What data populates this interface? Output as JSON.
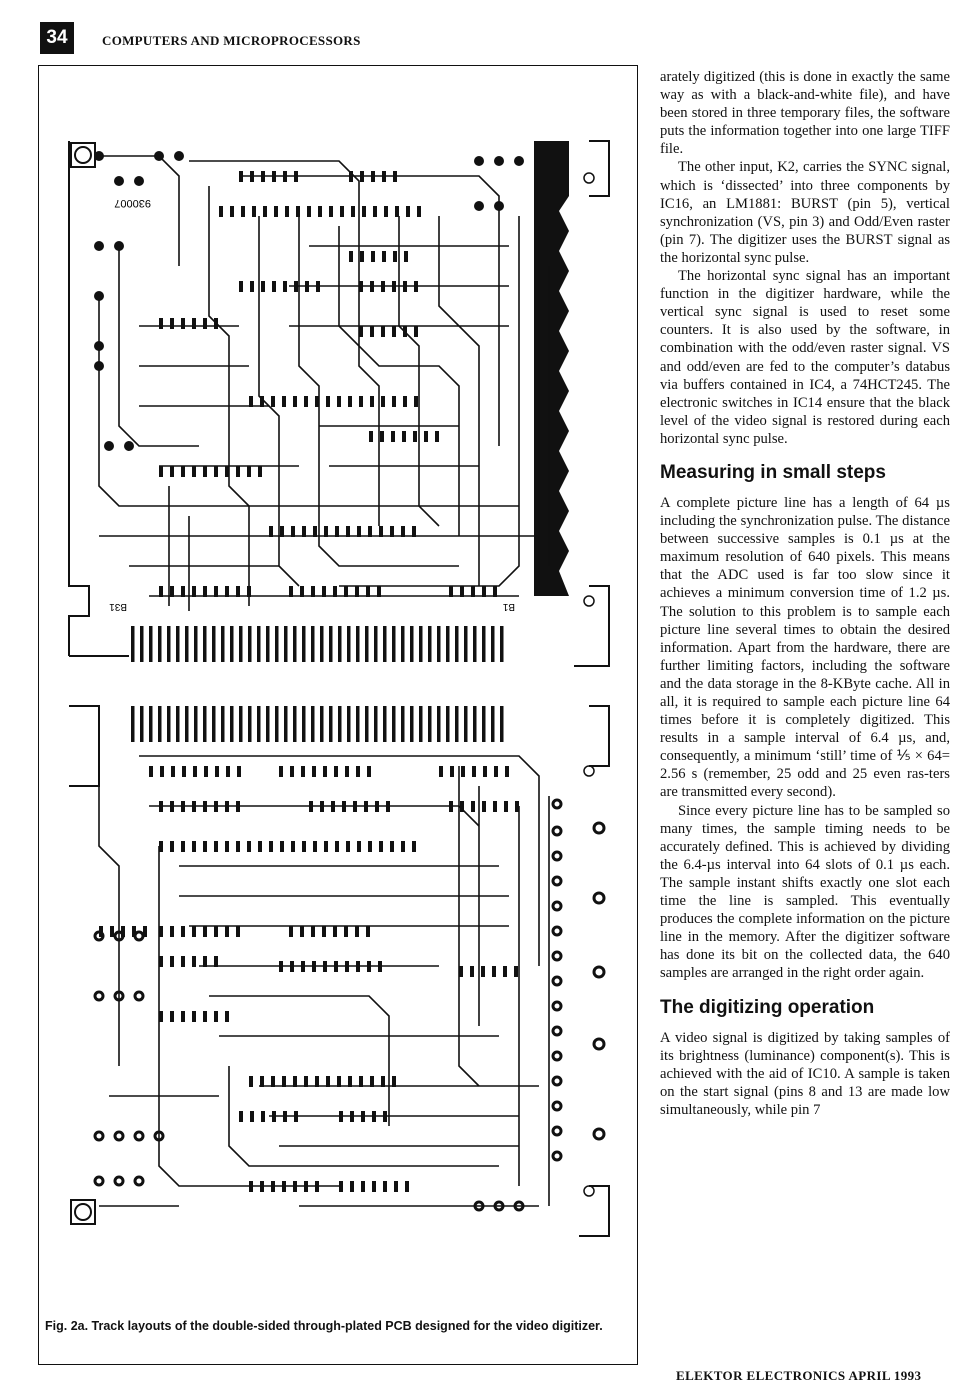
{
  "header": {
    "page_number": "34",
    "section": "COMPUTERS AND MICROPROCESSORS"
  },
  "figure": {
    "board_code": "930007",
    "label_b1": "B1",
    "label_b31": "B31",
    "caption": "Fig. 2a.  Track layouts of the double-sided through-plated PCB designed for the video digitizer."
  },
  "column": {
    "p1": "arately digitized (this is done in exactly the same way as with a black-and-white file), and have been stored in three temporary files, the software puts the information together into one large TIFF file.",
    "p2": "The other input, K2, carries the SYNC signal, which is ‘dissected’ into three components by IC16, an LM1881: BURST (pin 5), vertical synchronization (VS, pin 3) and Odd/Even raster (pin 7). The digitizer uses the BURST signal as the horizontal sync pulse.",
    "p3": "The horizontal sync signal has an important function in the digitizer hardware, while the vertical sync signal is used to reset some counters. It is also used by the software, in combination with the odd/even raster signal. VS and odd/even are fed to the computer’s databus via buffers contained in IC4, a 74HCT245. The electronic switches in IC14 ensure that the black level of the video signal is restored during each horizontal sync pulse.",
    "h1": "Measuring in small steps",
    "p4": "A complete picture line has a length of 64 µs including the synchronization pulse. The distance between successive samples is 0.1 µs at the maximum resolution of 640 pixels. This means that the ADC used is far too slow since it achieves a minimum conversion time of 1.2 µs. The solution to this problem is to sample each picture line several times to obtain the desired information. Apart from the hardware, there are further limiting factors, including the software and the data storage in the 8-KByte cache. All in all, it is required to sample each picture line 64 times before it is completely digitized. This results in a sample interval of 6.4 µs, and, consequently, a minimum ‘still’ time of ⅕ × 64= 2.56 s (remember, 25 odd and 25 even ras-ters are transmitted every second).",
    "p5": "Since every picture line has to be sampled so many times, the sample timing needs to be accurately defined. This is achieved by dividing the 6.4-µs interval into 64 slots of 0.1 µs each. The sample instant shifts exactly one slot each time the line is sampled. This eventually produces the complete information on the picture line in the memory. After the digitizer software has done its bit on the collected data, the 640 samples are arranged in the right order again.",
    "h2": "The digitizing operation",
    "p6": "A video signal is digitized by taking samples of its brightness (luminance) component(s). This is achieved with the aid of IC10. A sample is taken on the start signal (pins 8 and 13 are made low simultaneously, while pin 7"
  },
  "footer": {
    "text": "ELEKTOR ELECTRONICS APRIL 1993"
  }
}
